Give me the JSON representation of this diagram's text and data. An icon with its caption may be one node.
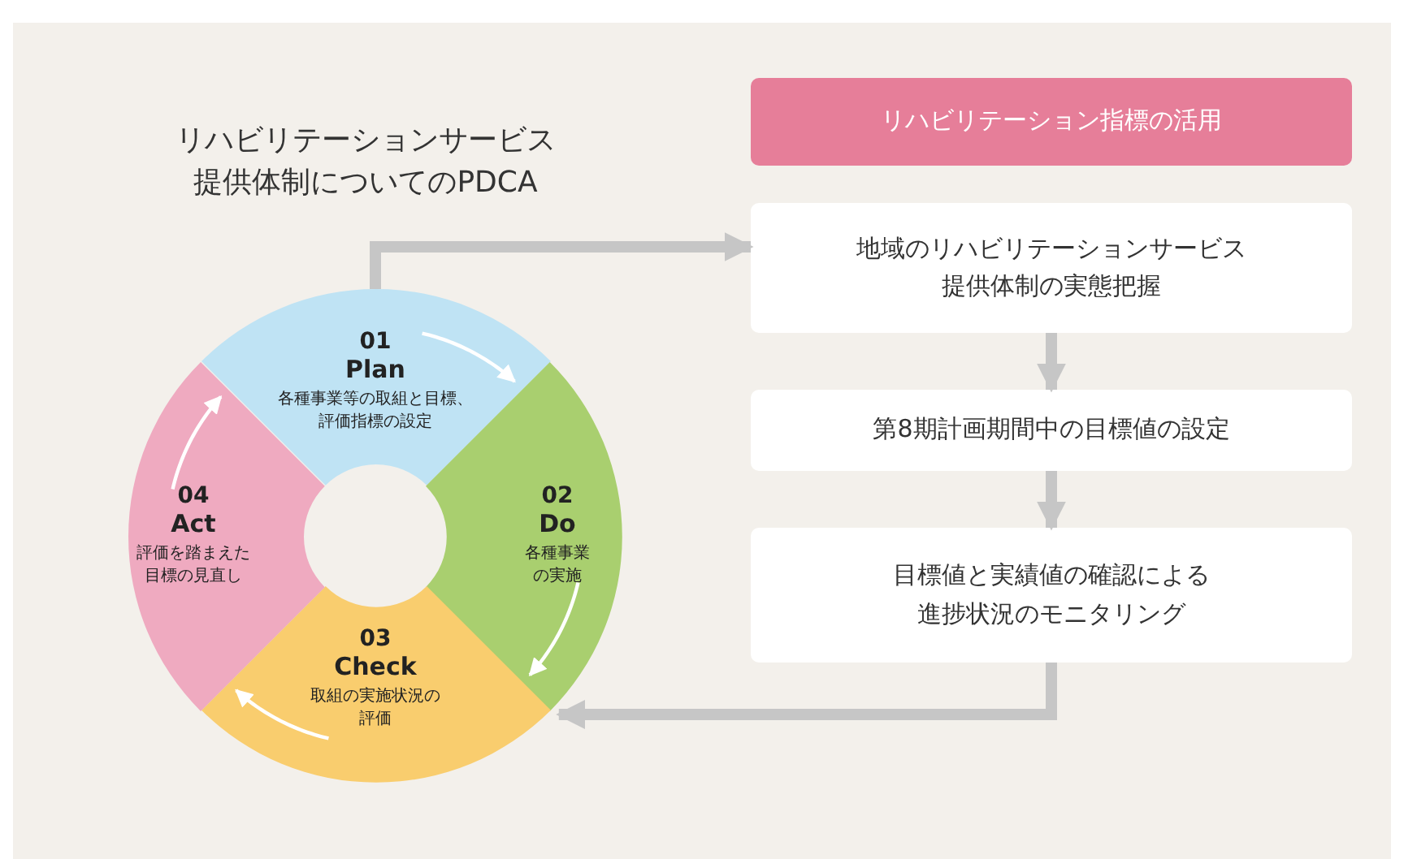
{
  "diagram": {
    "nodes": [
      {
        "text": [
          "01",
          "Plan",
          "各種事業等の取組と目標、評価指標の設定"
        ]
      },
      {
        "text": [
          "02",
          "Do",
          "各種事業の実施"
        ]
      },
      {
        "text": [
          "03",
          "Check",
          "取組の実施状況の評価"
        ]
      },
      {
        "text": [
          "04",
          "Act",
          "評価を踏まえた目標の見直し"
        ]
      },
      {
        "text": [
          "リハビリテーション指標の活用"
        ]
      },
      {
        "text": [
          "地域のリハビリテーションサービス提供体制の実態把握"
        ]
      },
      {
        "text": [
          "第8期計画期間中の目標値の設定"
        ]
      },
      {
        "text": [
          "目標値と実績値の確認による進捗状況のモニタリング"
        ]
      }
    ],
    "edges": [
      {
        "from": 0,
        "to": 1,
        "arrow": "to",
        "color": "#ffffff"
      },
      {
        "from": 1,
        "to": 2,
        "arrow": "to",
        "color": "#ffffff"
      },
      {
        "from": 2,
        "to": 3,
        "arrow": "to",
        "color": "#ffffff"
      },
      {
        "from": 3,
        "to": 0,
        "arrow": "to",
        "color": "#ffffff"
      },
      {
        "from": 0,
        "to": 5,
        "arrow": "to",
        "style": "thick"
      },
      {
        "from": 5,
        "to": 6,
        "arrow": "to",
        "style": "thick"
      },
      {
        "from": 6,
        "to": 7,
        "arrow": "to",
        "style": "thick"
      },
      {
        "from": 7,
        "to": 2,
        "arrow": "to",
        "style": "thick"
      }
    ],
    "labels": [
      "リハビリテーションサービス提供体制についてのPDCA"
    ]
  }
}
